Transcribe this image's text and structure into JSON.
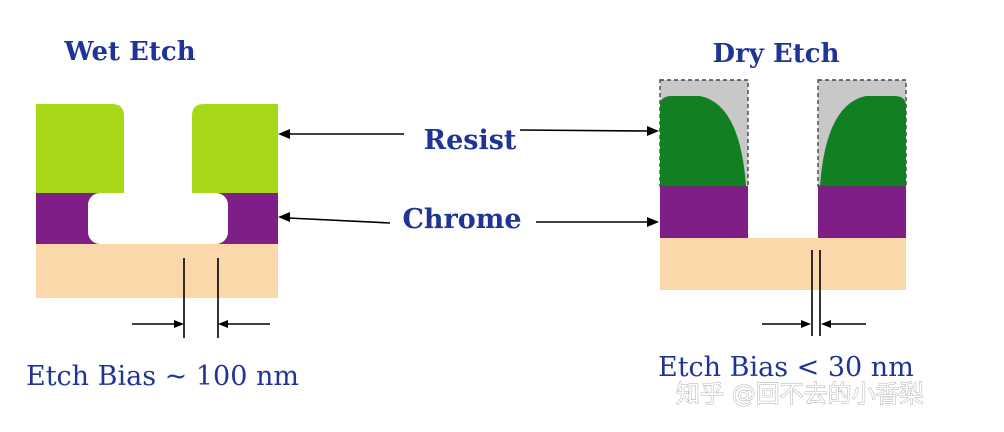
{
  "titles": {
    "wet": "Wet Etch",
    "dry": "Dry Etch"
  },
  "labels": {
    "resist": "Resist",
    "chrome": "Chrome"
  },
  "bias": {
    "wet": "Etch Bias ~ 100 nm",
    "dry": "Etch Bias < 30 nm"
  },
  "watermark": "知乎 @回不去的小香梨",
  "colors": {
    "resist_wet": "#a6d817",
    "resist_dry": "#117f22",
    "resist_dry_shadow": "#c8c8c8",
    "chrome": "#7e1e86",
    "substrate": "#fbd8aa",
    "text": "#1f3596"
  }
}
